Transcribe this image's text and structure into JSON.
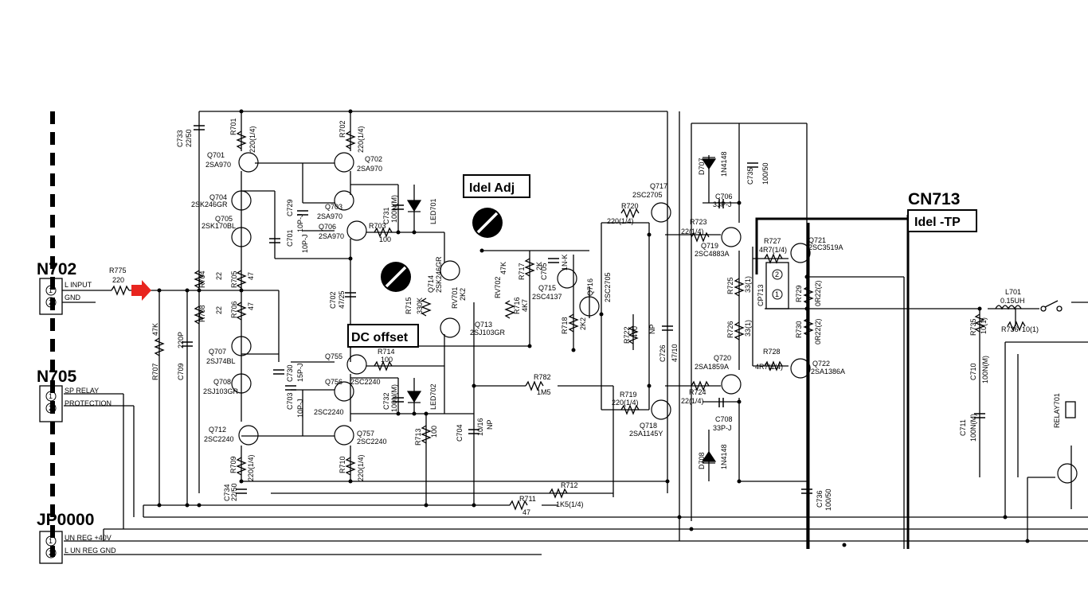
{
  "connectors": {
    "cn702": {
      "label": "N702",
      "pins": [
        "1",
        "2"
      ],
      "pin_labels": [
        "L INPUT",
        "GND"
      ]
    },
    "cn705": {
      "label": "N705",
      "pins": [
        "1",
        "2"
      ],
      "pin_labels": [
        "SP RELAY",
        "PROTECTION"
      ]
    },
    "jp0000": {
      "label": "JP0000",
      "pins": [
        "1",
        "2"
      ],
      "pin_labels": [
        "UN REG +40V",
        "L UN REG GND"
      ]
    },
    "cn713": {
      "label": "CN713",
      "pins": [
        "2",
        "1"
      ],
      "part": "CP713"
    }
  },
  "callouts": {
    "idle_adj": "Idel Adj",
    "dc_offset": "DC offset",
    "idle_tp": "Idel -TP"
  },
  "parts": {
    "r775": [
      "R775",
      "220"
    ],
    "c733": [
      "C733",
      "22/50"
    ],
    "r701": [
      "R701",
      "220(1/4)"
    ],
    "q701": [
      "Q701",
      "2SA970"
    ],
    "r702": [
      "R702",
      "220(1/4)"
    ],
    "q702": [
      "Q702",
      "2SA970"
    ],
    "q704": [
      "Q704",
      "2SK246GR"
    ],
    "q705": [
      "Q705",
      "2SK170BL"
    ],
    "c729": [
      "C729",
      "10P-J"
    ],
    "c701": [
      "C701",
      "10P-J"
    ],
    "q703": [
      "Q703",
      "2SA970"
    ],
    "q706": [
      "Q706",
      "2SA970"
    ],
    "c731": [
      "C731",
      "100N(M)"
    ],
    "led701": [
      "LED701"
    ],
    "r703": [
      "R703",
      "100"
    ],
    "r704": [
      "R704",
      "22"
    ],
    "r705": [
      "R705",
      "47"
    ],
    "r706": [
      "R706",
      "47"
    ],
    "r708": [
      "R708",
      "22"
    ],
    "c702": [
      "C702",
      "47/25"
    ],
    "q714": [
      "Q714",
      "2SK246GR"
    ],
    "r715": [
      "R715",
      "330K"
    ],
    "rv701": [
      "RV701",
      "2K2"
    ],
    "q713": [
      "Q713",
      "2SJ103GR"
    ],
    "r707": [
      "R707",
      "47K"
    ],
    "c709": [
      "C709",
      "220P"
    ],
    "q707": [
      "Q707",
      "2SJ74BL"
    ],
    "q708": [
      "Q708",
      "2SJ103GR"
    ],
    "c730": [
      "C730",
      "15P-J"
    ],
    "c703": [
      "C703",
      "10P-J"
    ],
    "q755": [
      "Q755"
    ],
    "r714": [
      "R714",
      "100"
    ],
    "q756": [
      "Q756",
      "2SC2240"
    ],
    "c732": [
      "C732",
      "100N(M)"
    ],
    "led702": [
      "LED702"
    ],
    "q712": [
      "Q712",
      "2SC2240"
    ],
    "q757": [
      "Q757",
      "2SC2240"
    ],
    "q756b": [
      "2SC2240"
    ],
    "r713": [
      "R713",
      "100"
    ],
    "c704": [
      "C704",
      "10/16",
      "NP"
    ],
    "r709": [
      "R709",
      "220(1/4)"
    ],
    "r710": [
      "R710",
      "220(1/4)"
    ],
    "c734": [
      "C734",
      "22/50"
    ],
    "r711": [
      "R711",
      "47"
    ],
    "r712": [
      "R712",
      "1K5(1/4)"
    ],
    "r782": [
      "R782",
      "1M5"
    ],
    "rv702": [
      "RV702",
      "47K"
    ],
    "r717": [
      "R717",
      "2K"
    ],
    "c705": [
      "C705",
      "1N-K"
    ],
    "q715": [
      "Q715",
      "2SC4137"
    ],
    "r716": [
      "R716",
      "4K7"
    ],
    "q716": [
      "Q716",
      "2SC2705"
    ],
    "r718": [
      "R718",
      "2K2"
    ],
    "q717": [
      "Q717",
      "2SC2705"
    ],
    "r720": [
      "R720",
      "220(1/4)"
    ],
    "r722": [
      "R722",
      "470",
      "NP"
    ],
    "c726": [
      "C726",
      "47/10"
    ],
    "r719": [
      "R719",
      "220(1/4)"
    ],
    "q718": [
      "Q718",
      "2SA1145Y"
    ],
    "d707": [
      "D707",
      "1N4148"
    ],
    "c735": [
      "C735",
      "100/50"
    ],
    "c706": [
      "C706",
      "33P-J"
    ],
    "r723": [
      "R723",
      "22(1/4)"
    ],
    "q719": [
      "Q719",
      "2SC4883A"
    ],
    "r727": [
      "R727",
      "4R7(1/4)"
    ],
    "q721": [
      "Q721",
      "2SC3519A"
    ],
    "r725": [
      "R725",
      "33(1)"
    ],
    "r729": [
      "R729",
      "0R22(2)"
    ],
    "r726": [
      "R726",
      "33(1)"
    ],
    "r730": [
      "R730",
      "0R22(2)"
    ],
    "q720": [
      "Q720",
      "2SA1859A"
    ],
    "r728": [
      "R728",
      "4R7(1/4)"
    ],
    "q722": [
      "Q722",
      "2SA1386A"
    ],
    "r724": [
      "R724",
      "22(1/4)"
    ],
    "c708": [
      "C708",
      "33P-J"
    ],
    "d708": [
      "D708",
      "1N4148"
    ],
    "c736": [
      "C736",
      "100/50"
    ],
    "l701": [
      "L701",
      "0.15UH"
    ],
    "r735": [
      "R735",
      "10(1)"
    ],
    "r736": [
      "R736",
      "10(1)"
    ],
    "c710": [
      "C710",
      "100N(M)"
    ],
    "c711": [
      "C711",
      "100N(M)"
    ],
    "relay701": [
      "RELAY701"
    ]
  }
}
